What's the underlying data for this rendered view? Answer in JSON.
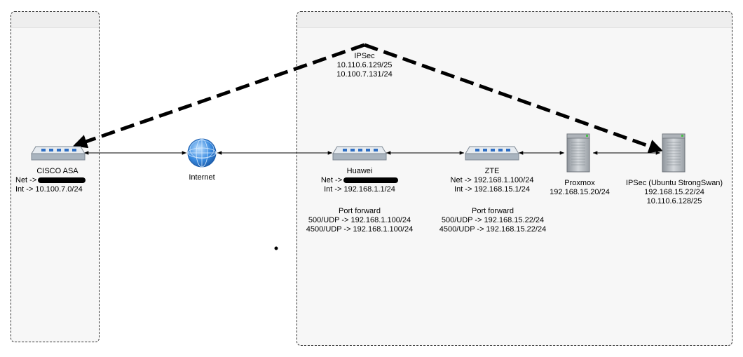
{
  "tunnel": {
    "label": "IPSec",
    "subnet_a": "10.110.6.129/25",
    "subnet_b": "10.100.7.131/24"
  },
  "nodes": {
    "cisco": {
      "name": "CISCO ASA",
      "net": "Net ->",
      "int": "Int -> 10.100.7.0/24",
      "icon": "router-icon"
    },
    "internet": {
      "name": "Internet",
      "icon": "globe-icon"
    },
    "huawei": {
      "name": "Huawei",
      "net": "Net ->",
      "int": "Int -> 192.168.1.1/24",
      "pf_title": "Port forward",
      "pf_1": "500/UDP -> 192.168.1.100/24",
      "pf_2": "4500/UDP -> 192.168.1.100/24",
      "icon": "router-icon"
    },
    "zte": {
      "name": "ZTE",
      "net": "Net -> 192.168.1.100/24",
      "int": "Int -> 192.168.15.1/24",
      "pf_title": "Port forward",
      "pf_1": "500/UDP -> 192.168.15.22/24",
      "pf_2": "4500/UDP -> 192.168.15.22/24",
      "icon": "router-icon"
    },
    "proxmox": {
      "name": "Proxmox",
      "ip": "192.168.15.20/24",
      "icon": "server-icon"
    },
    "strongswan": {
      "name": "IPSec (Ubuntu StrongSwan)",
      "ip1": "192.168.15.22/24",
      "ip2": "10.110.6.128/25",
      "icon": "server-icon"
    }
  },
  "colors": {
    "router_top": "#e6ebf0",
    "router_body": "#a9b4bf",
    "port_blue": "#2f6fc4",
    "server_body": "#b9bec4",
    "globe": "#2d7fd6"
  }
}
